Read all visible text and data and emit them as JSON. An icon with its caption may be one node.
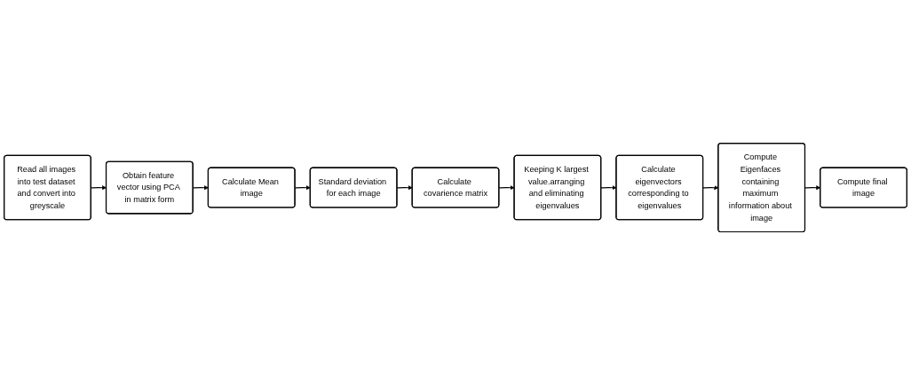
{
  "diagram": {
    "nodes": [
      {
        "text": [
          "Read all images into test dataset and convert into greyscale"
        ]
      },
      {
        "text": [
          "Obtain feature vector using PCA in matrix form"
        ]
      },
      {
        "text": [
          "Calculate Mean image"
        ]
      },
      {
        "text": [
          "Keeping K largest value.arranging and eliminating eigenvalues"
        ]
      },
      {
        "text": [
          "Calculate covarience matrix"
        ]
      },
      {
        "text": [
          "Standard deviation for each image"
        ]
      },
      {
        "text": [
          "Calculate eigenvectors corresponding to eigenvalues"
        ]
      },
      {
        "text": [
          "Compute Eigenfaces containing maximum information about image"
        ]
      },
      {
        "text": [
          "Compute final image"
        ]
      }
    ],
    "edges": [
      {
        "from": 0,
        "to": 1,
        "arrow": "to"
      },
      {
        "from": 1,
        "to": 2,
        "arrow": "to"
      },
      {
        "from": 2,
        "to": 5,
        "arrow": "to"
      },
      {
        "from": 5,
        "to": 4,
        "arrow": "to"
      },
      {
        "from": 4,
        "to": 3,
        "arrow": "to"
      },
      {
        "from": 3,
        "to": 6,
        "arrow": "to"
      },
      {
        "from": 6,
        "to": 7,
        "arrow": "to"
      },
      {
        "from": 7,
        "to": 8,
        "arrow": "to"
      }
    ]
  }
}
